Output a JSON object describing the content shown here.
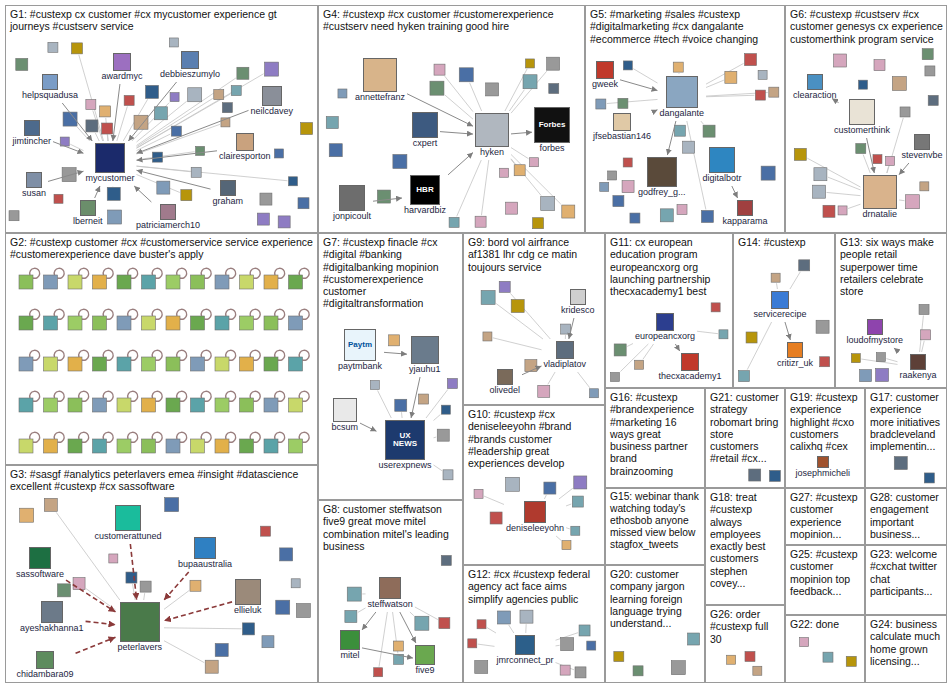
{
  "diagram": {
    "nodes": [
      {
        "text": [
          "G1: #custexp cx customer #cx mycustomer experience gt journeys #custserv service"
        ]
      },
      {
        "text": [
          "debbieszumylo"
        ],
        "in": 0
      },
      {
        "text": [
          "helpsquadusa"
        ],
        "in": 0
      },
      {
        "text": [
          "awardmyc"
        ],
        "in": 0
      },
      {
        "text": [
          "jimtincher"
        ],
        "in": 0
      },
      {
        "text": [
          "susan"
        ],
        "in": 0
      },
      {
        "text": [
          "mycustomer"
        ],
        "in": 0
      },
      {
        "text": [
          "clairesporton"
        ],
        "in": 0
      },
      {
        "text": [
          "neilcdavey"
        ],
        "in": 0
      },
      {
        "text": [
          "lberneit"
        ],
        "in": 0
      },
      {
        "text": [
          "graham"
        ],
        "in": 0
      },
      {
        "text": [
          "patriciamerch10"
        ],
        "in": 0
      },
      {
        "text": [
          "G4: #custexp #cx customer #customerexperience #custserv need hyken training good hire"
        ]
      },
      {
        "text": [
          "annettefranz"
        ],
        "in": 12
      },
      {
        "text": [
          "cxpert"
        ],
        "in": 12
      },
      {
        "text": [
          "hyken"
        ],
        "in": 12
      },
      {
        "text": [
          "HBR",
          "harvardbiz"
        ],
        "in": 12
      },
      {
        "text": [
          "jonpicoult"
        ],
        "in": 12
      },
      {
        "text": [
          "G5: #marketing #sales #custexp #digitalmarketing #cx dangalante #ecommerce #tech #voice changing"
        ]
      },
      {
        "text": [
          "gweek"
        ],
        "in": 18
      },
      {
        "text": [
          "jfsebastian146"
        ],
        "in": 18
      },
      {
        "text": [
          "Forbes",
          "forbes"
        ],
        "in": 12
      },
      {
        "text": [
          "dangalante"
        ],
        "in": 18
      },
      {
        "text": [
          "godfrey_g..."
        ],
        "in": 18
      },
      {
        "text": [
          "digitalbotr"
        ],
        "in": 18
      },
      {
        "text": [
          "kapparama"
        ],
        "in": 18
      },
      {
        "text": [
          "G6: #custexp #custserv #cx customer genesys cx experience customerthink program service"
        ]
      },
      {
        "text": [
          "clearaction"
        ],
        "in": 26
      },
      {
        "text": [
          "customerthink"
        ],
        "in": 26
      },
      {
        "text": [
          "stevenvbe"
        ],
        "in": 26
      },
      {
        "text": [
          "drnatalie"
        ],
        "in": 26
      },
      {
        "text": [
          "G2: #custexp customer #cx #customerservice service experience #customerexperience dave buster's apply"
        ]
      },
      {
        "text": [
          "G7: #custexp finacle #cx #digital #banking #digitalbanking mopinion #customerexperience customer #digitaltransformation"
        ]
      },
      {
        "text": [
          "Paytm",
          "paytmbank"
        ],
        "in": 32
      },
      {
        "text": [
          "bcsum"
        ],
        "in": 32
      },
      {
        "text": [
          "yjauhu1"
        ],
        "in": 32
      },
      {
        "text": [
          "UX NEWS",
          "userexpnews"
        ],
        "in": 32
      },
      {
        "text": [
          "G9: bord vol airfrance af1381 lhr cdg ce matin toujours service"
        ]
      },
      {
        "text": [
          "kridesco"
        ],
        "in": 37
      },
      {
        "text": [
          "olivedel"
        ],
        "in": 37
      },
      {
        "text": [
          "vladiplatov"
        ],
        "in": 37
      },
      {
        "text": [
          "G11: cx european education program europeancxorg org launching partnership thecxacademy1 best"
        ]
      },
      {
        "text": [
          "europeancxorg"
        ],
        "in": 41
      },
      {
        "text": [
          "thecxacademy1"
        ],
        "in": 41
      },
      {
        "text": [
          "G14: #custexp"
        ]
      },
      {
        "text": [
          "servicerecipe"
        ],
        "in": 44
      },
      {
        "text": [
          "critizr_uk"
        ],
        "in": 44
      },
      {
        "text": [
          "G13: six ways make people retail superpower time retailers celebrate store"
        ]
      },
      {
        "text": [
          "loudofmystore"
        ],
        "in": 47
      },
      {
        "text": [
          "raakenya"
        ],
        "in": 47
      },
      {
        "text": [
          "G3: #sasgf #analytics peterlavers emea #insight #datascience excellent #custexp #cx sassoftware"
        ]
      },
      {
        "text": [
          "customerattuned"
        ],
        "in": 50
      },
      {
        "text": [
          "bupaaustralia"
        ],
        "in": 50
      },
      {
        "text": [
          "sassoftware"
        ],
        "in": 50
      },
      {
        "text": [
          "ellieluk"
        ],
        "in": 50
      },
      {
        "text": [
          "ayeshakhanna1"
        ],
        "in": 50
      },
      {
        "text": [
          "chidambara09"
        ],
        "in": 50
      },
      {
        "text": [
          "peterlavers"
        ],
        "in": 50
      },
      {
        "text": [
          "G10: #custexp #cx deniseleeyohn #brand #brands customer #leadership great experiences develop"
        ]
      },
      {
        "text": [
          "deniseleeyohn"
        ],
        "in": 58
      },
      {
        "text": [
          "G16: #custexp #brandexperience #marketing 16 ways great business partner brand brainzooming"
        ]
      },
      {
        "text": [
          "G21: customer strategy robomart bring store customers #retail #cx..."
        ]
      },
      {
        "text": [
          "G19: #custexp experience highlight #cxo customers calixhq #cex"
        ]
      },
      {
        "text": [
          "josephmicheli"
        ],
        "in": 62
      },
      {
        "text": [
          "G17: customer experience more initiatives bradcleveland implementin..."
        ]
      },
      {
        "text": [
          "G8: customer steffwatson five9 great move mitel combination mitel's leading business"
        ]
      },
      {
        "text": [
          "steffwatson"
        ],
        "in": 65
      },
      {
        "text": [
          "mitel"
        ],
        "in": 65
      },
      {
        "text": [
          "five9"
        ],
        "in": 65
      },
      {
        "text": [
          "G15: webinar thank watching today's ethosbob anyone missed view below stagfox_tweets"
        ]
      },
      {
        "text": [
          "G18: treat #custexp always employees exactly best customers stephen covey..."
        ]
      },
      {
        "text": [
          "G27: #custexp customer experience mopinion..."
        ]
      },
      {
        "text": [
          "G28: customer engagement important business..."
        ]
      },
      {
        "text": [
          "G12: #cx #custexp federal agency act face aims simplify agencies public"
        ]
      },
      {
        "text": [
          "jmrconnect_pr"
        ],
        "in": 73
      },
      {
        "text": [
          "G25: #custexp customer mopinion top feedback..."
        ]
      },
      {
        "text": [
          "G23: welcome #cxchat twitter chat participants..."
        ]
      },
      {
        "text": [
          "G20: customer company jargon learning foreign language trying understand..."
        ]
      },
      {
        "text": [
          "G26: order #custexp full 30"
        ]
      },
      {
        "text": [
          "G22: done"
        ]
      },
      {
        "text": [
          "G24: business calculate much home grown licensing..."
        ]
      }
    ],
    "edges": [
      {
        "from": 1,
        "to": 6,
        "arrow": "to"
      },
      {
        "from": 2,
        "to": 6,
        "arrow": "to"
      },
      {
        "from": 3,
        "to": 6,
        "arrow": "to"
      },
      {
        "from": 4,
        "to": 6,
        "arrow": "to"
      },
      {
        "from": 5,
        "to": 6,
        "arrow": "to"
      },
      {
        "from": 7,
        "to": 6,
        "arrow": "to"
      },
      {
        "from": 8,
        "to": 6,
        "arrow": "to"
      },
      {
        "from": 9,
        "to": 6,
        "arrow": "to"
      },
      {
        "from": 10,
        "to": 6,
        "arrow": "to"
      },
      {
        "from": 11,
        "to": 6,
        "arrow": "to"
      },
      {
        "from": 13,
        "to": 15,
        "arrow": "to"
      },
      {
        "from": 14,
        "to": 15,
        "arrow": "to"
      },
      {
        "from": 16,
        "to": 15,
        "arrow": "to"
      },
      {
        "from": 15,
        "to": 21,
        "arrow": "to"
      },
      {
        "from": 17,
        "to": 16,
        "arrow": "to"
      },
      {
        "from": 19,
        "to": 22,
        "arrow": "to"
      },
      {
        "from": 20,
        "to": 22,
        "arrow": "to"
      },
      {
        "from": 22,
        "to": 23,
        "arrow": "to"
      },
      {
        "from": 24,
        "to": 25,
        "arrow": "to"
      },
      {
        "from": 27,
        "to": 28,
        "arrow": "to"
      },
      {
        "from": 28,
        "to": 30,
        "arrow": "to"
      },
      {
        "from": 29,
        "to": 30,
        "arrow": "to"
      },
      {
        "from": 33,
        "to": 35,
        "arrow": "to"
      },
      {
        "from": 35,
        "to": 36,
        "arrow": "to"
      },
      {
        "from": 34,
        "to": 36,
        "arrow": "to"
      },
      {
        "from": 38,
        "to": 40,
        "arrow": "to"
      },
      {
        "from": 39,
        "to": 40,
        "arrow": "to"
      },
      {
        "from": 42,
        "to": 43,
        "arrow": "to"
      },
      {
        "from": 45,
        "to": 46,
        "arrow": "to"
      },
      {
        "from": 49,
        "to": 48,
        "arrow": "to"
      },
      {
        "from": 51,
        "to": 57,
        "arrow": "to"
      },
      {
        "from": 52,
        "to": 57,
        "arrow": "to"
      },
      {
        "from": 53,
        "to": 57,
        "arrow": "to"
      },
      {
        "from": 54,
        "to": 57,
        "arrow": "to"
      },
      {
        "from": 55,
        "to": 57,
        "arrow": "to"
      },
      {
        "from": 56,
        "to": 57,
        "arrow": "to"
      },
      {
        "from": 66,
        "to": 67,
        "arrow": "to"
      },
      {
        "from": 66,
        "to": 68,
        "arrow": "to"
      },
      {
        "from": 67,
        "to": 68,
        "arrow": "to"
      }
    ]
  }
}
